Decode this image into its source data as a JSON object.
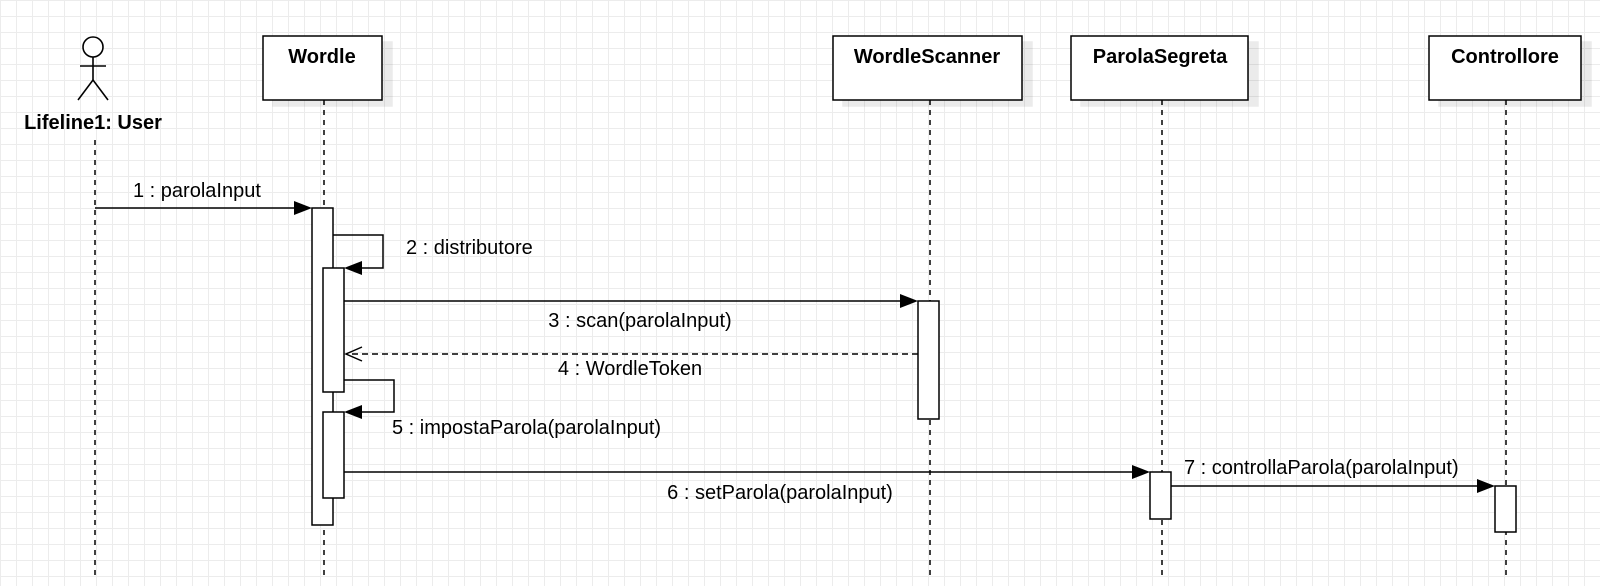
{
  "diagram": {
    "type": "sequence",
    "actor": {
      "label": "Lifeline1: User"
    },
    "participants": [
      {
        "id": "wordle",
        "label": "Wordle"
      },
      {
        "id": "scanner",
        "label": "WordleScanner"
      },
      {
        "id": "segreta",
        "label": "ParolaSegreta"
      },
      {
        "id": "controllore",
        "label": "Controllore"
      }
    ],
    "messages": [
      {
        "label": "1 : parolaInput"
      },
      {
        "label": "2 : distributore"
      },
      {
        "label": "3 : scan(parolaInput)"
      },
      {
        "label": "4 : WordleToken"
      },
      {
        "label": "5 : impostaParola(parolaInput)"
      },
      {
        "label": "6 : setParola(parolaInput)"
      },
      {
        "label": "7 : controllaParola(parolaInput)"
      }
    ]
  }
}
